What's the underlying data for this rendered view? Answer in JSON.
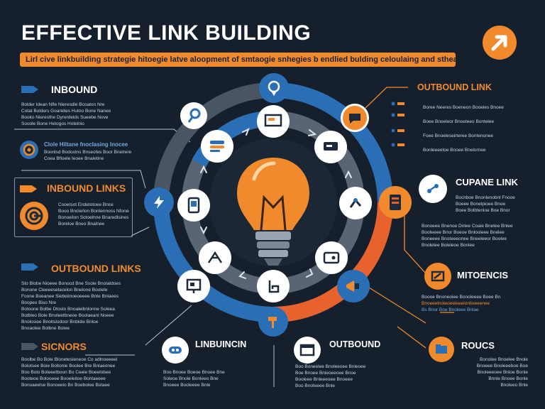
{
  "header": {
    "title": "EFFECTIVE LINK BUILDING",
    "banner": "Lirl cive linkbuilding strategie hitoegie latve aloopment of smtaogie snhegies b endlied bulding celoulaing and stheagie"
  },
  "left": {
    "inbound": {
      "title": "INBOUND",
      "lines": [
        "Bolder Idean Nfle Nieresdle Bcoaton Nre",
        "Cotat Bolders Goarelies Hutoo Bone Nanee",
        "Booko Nieresthe Dyrerdelds Sueebe Nove",
        "Sooole Bone Hetogos Hotelnio"
      ]
    },
    "caption": {
      "title": "Clole Hiltane fnoclasing Inocee",
      "lines": [
        "Boonlsd Bodoolns Bnseofes Boor Bnelrere",
        "Coea Bfloele Ieoee Bnaletine"
      ]
    },
    "inbound_links": {
      "title": "INBOUND LINKS",
      "lines": [
        "Cooetsot Endetotoee Bnce",
        "Booo Bnclerlon Bontennoss Nfonee",
        "Bonoeilon Sotoelnne Bnaredlsines",
        "Boreloe Bneo Bnalnee"
      ]
    },
    "outbound_links": {
      "title": "OUTBOUND LINKS",
      "lines": [
        "Sto Blobe Nioeee Bonocd Bne Ssole Bnolatdoes",
        "Bonone Cleeeeselacelon Bnelone Boolele",
        "Foone Boeanee Siebeiinoeoeeee Bnte Bnlaees",
        "Boopeo Biso Nre"
      ]
    },
    "outbound_links_extra": {
      "lines": [
        "Botoone Bolbe Dtosto Bnoaleibnlonne Soleea",
        "Botbleo Bole Bnoleetbneoe Boolaeanl Noeee",
        "Bnolosiee Bnoltslodoor Bnbldie Bnloe",
        "Bnoaolee Bolbne Bolee"
      ]
    },
    "sicnors": {
      "title": "SICNORS",
      "lines": [
        "Boolbe Bo Bole Blonetesieneoe Co adlnoeeeel",
        "Bolotsee Boie Boltonie Boolee Bre Bnlaeonee",
        "Boo Bolo Boleeetboon Bo Ceeie Boeelobee",
        "Booteoe Bolooeee Booeleitoe Bonlaeeee",
        "Bonoaeelse Bonoeelo Bn Boebolee Bolaee"
      ]
    }
  },
  "right": {
    "outbound_link": {
      "title": "OUTBOUND LINK",
      "lines": [
        "Boree Neeres Boeneon Booeles Bnoee",
        "Boee Bnoeleor Bnoeteeo Bontelee",
        "Foee Bnoeleseirteree Bontenonee",
        "Bonleeeetoe Bnoee Bnelornee"
      ]
    },
    "cupane_link": {
      "title": "CUPANE LINK",
      "lines": [
        "Bocnboe Bnonlenobnl Fnooe",
        "Boeee Bonelpioee Bnoe",
        "Boee Bolbtenloe Boe Bnor"
      ]
    },
    "middle_text": {
      "lines": [
        "Bonoeee Bnenoe Dnlee Coaie Bnetee Bnlee",
        "Booteeee Bnor Boeoe Bnlooleee Bnelee",
        "Boneeee Bnoteeeonee Bneeleeor Boolee",
        "Bnoletee Boleleoe Bonlee"
      ]
    },
    "mitoencis": {
      "title": "MITOENCIS",
      "lines": [
        "Boooe Bnoneolee Bonoleeee Boee Bn",
        "Bnoeeelnoleoeeleeelonlioeeenee",
        "Bs Bnor Boe Bnoleee Bnlae"
      ]
    },
    "roucs": {
      "title": "ROUCS",
      "lines": [
        "Bonolee Bnoelee Bnole",
        "Bnoeee Bnoleeeboe Boe",
        "Bnoleeeoee Bnloe Bonle",
        "Bnnle Bnoee Bonle",
        "Bnoleeo Bnle"
      ]
    }
  },
  "bottom": {
    "linbuincin": {
      "title": "LINBUINCIN",
      "lines": [
        "Boo Bnoee Boeoe Bnoee Bne",
        "Soleoe Bnole Bonleeo Bne",
        "Bnoeee Booleeee Bnle"
      ]
    },
    "outbound": {
      "title": "OUTBOUND",
      "lines": [
        "Boo Boneelee Bnoleeoee Bnleoee",
        "Boe Bnoee Bnleoeeoee Bnoe",
        "Booleee Bnleeeoee Bnoeee",
        "Boo Bnoteeee Bnle"
      ]
    }
  },
  "icons": {
    "top": "location-pin-icon",
    "center": "lightbulb-icon"
  },
  "colors": {
    "background": "#16202d",
    "accent_orange": "#f08a2c",
    "accent_blue": "#2a6fb5",
    "ring_gray": "#4a5563"
  }
}
